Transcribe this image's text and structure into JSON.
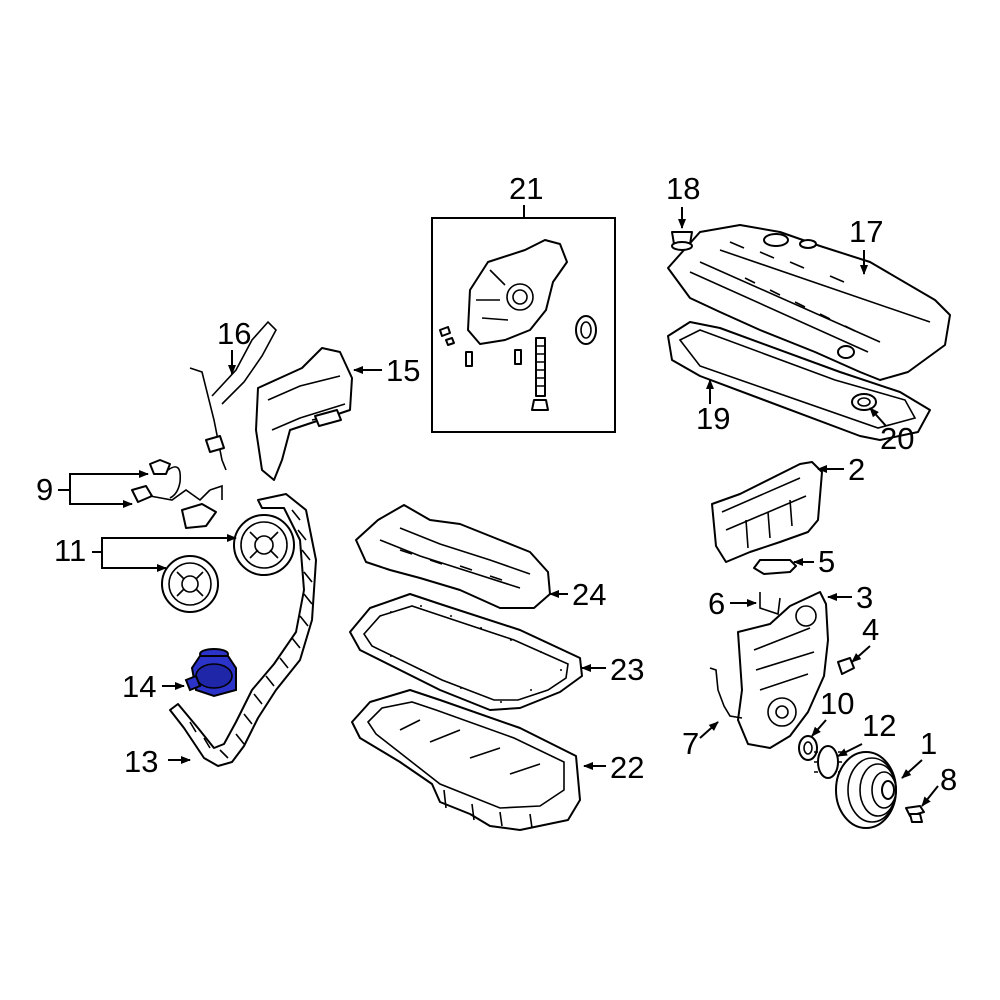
{
  "callouts": {
    "c1": "1",
    "c2": "2",
    "c3": "3",
    "c4": "4",
    "c5": "5",
    "c6": "6",
    "c7": "7",
    "c8": "8",
    "c9": "9",
    "c10": "10",
    "c11": "11",
    "c12": "12",
    "c13": "13",
    "c14": "14",
    "c15": "15",
    "c16": "16",
    "c17": "17",
    "c18": "18",
    "c19": "19",
    "c20": "20",
    "c21": "21",
    "c22": "22",
    "c23": "23",
    "c24": "24"
  },
  "colors": {
    "highlight": "#2b33c9",
    "line": "#000000",
    "background": "#ffffff"
  },
  "highlighted_part": "14"
}
